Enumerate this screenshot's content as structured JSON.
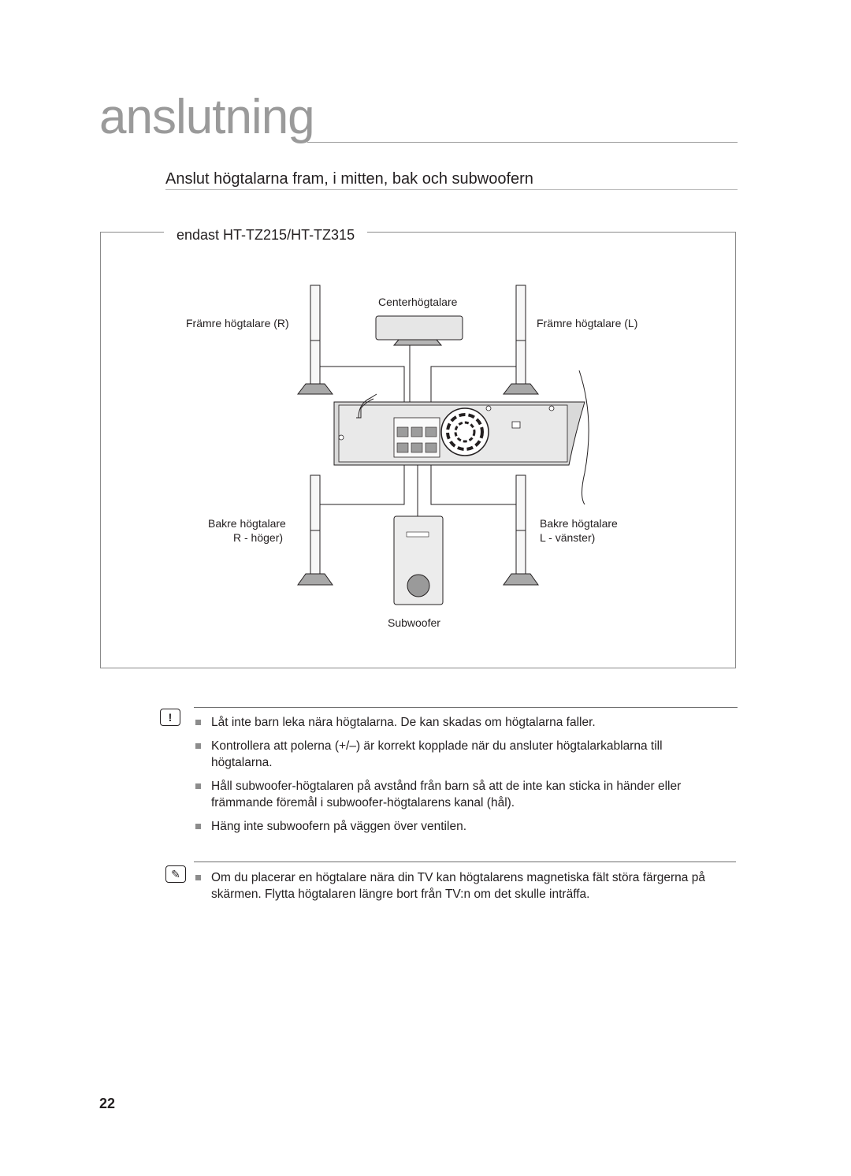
{
  "section_title": "anslutning",
  "heading": "Anslut högtalarna fram, i mitten, bak och subwoofern",
  "model_label": "endast HT-TZ215/HT-TZ315",
  "diagram": {
    "center_label": "Centerhögtalare",
    "front_right_label": "Främre högtalare (R)",
    "front_left_label": "Främre högtalare (L)",
    "rear_right_label_line1": "Bakre högtalare",
    "rear_right_label_line2": "R - höger)",
    "rear_left_label_line1": "Bakre högtalare",
    "rear_left_label_line2": "L - vänster)",
    "subwoofer_label": "Subwoofer"
  },
  "caution": {
    "icon": "caution-icon",
    "items": [
      "Låt inte barn leka nära högtalarna. De kan skadas om högtalarna faller.",
      "Kontrollera att polerna (+/–) är korrekt kopplade när du ansluter högtalarkablarna till högtalarna.",
      "Håll subwoofer-högtalaren på avstånd från barn så att de inte kan sticka in händer eller främmande föremål i subwoofer-högtalarens kanal (hål).",
      "Häng inte subwoofern på väggen över ventilen."
    ]
  },
  "note": {
    "icon": "note-icon",
    "items": [
      "Om du placerar en högtalare nära din TV kan högtalarens magnetiska fält störa färgerna på skärmen. Flytta högtalaren längre bort från TV:n om det skulle inträffa."
    ]
  },
  "page_number": "22"
}
